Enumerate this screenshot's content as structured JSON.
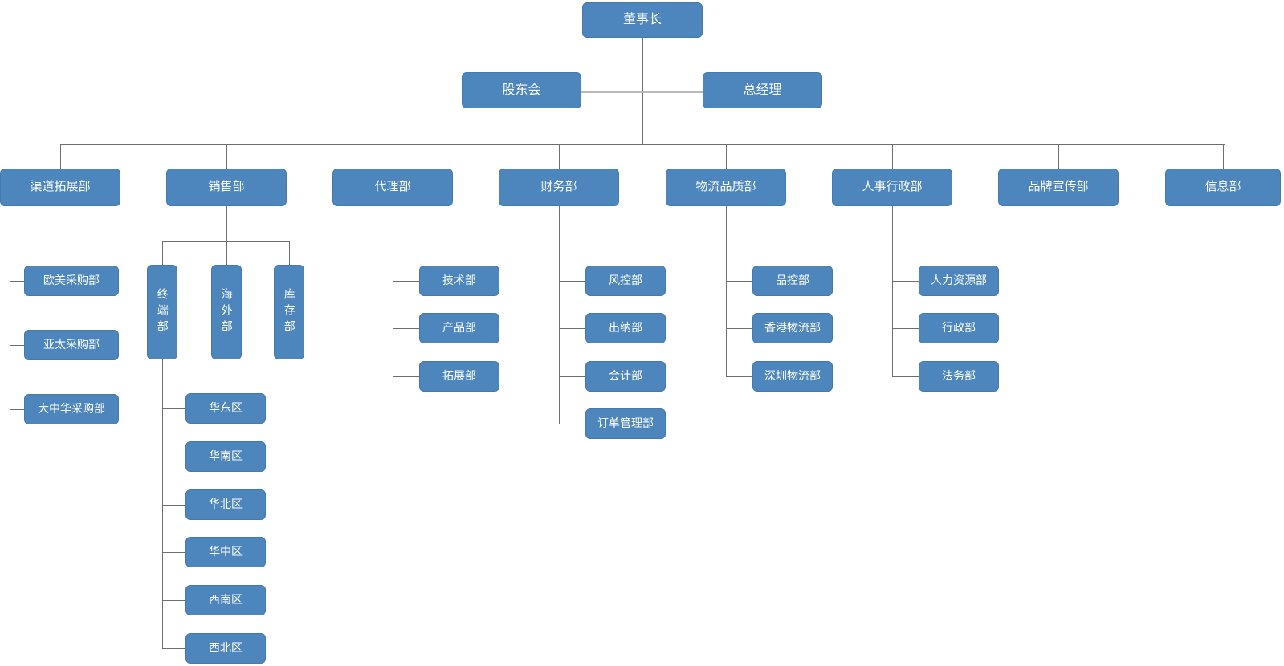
{
  "palette": {
    "node_fill": "#4D86BC",
    "node_border": "#4379AD",
    "node_text": "#FFFFFF",
    "connector_dark": "#6F6F6F",
    "connector_light": "#B9B9B9",
    "background": "#FFFFFF"
  },
  "org": {
    "chairman": "董事长",
    "shareholders": "股东会",
    "general_manager": "总经理",
    "departments": [
      {
        "label": "渠道拓展部",
        "children": [
          "欧美采购部",
          "亚太采购部",
          "大中华采购部"
        ]
      },
      {
        "label": "销售部",
        "children": [
          "终端部",
          "海外部",
          "库存部"
        ],
        "terminal_regions": [
          "华东区",
          "华南区",
          "华北区",
          "华中区",
          "西南区",
          "西北区"
        ]
      },
      {
        "label": "代理部",
        "children": [
          "技术部",
          "产品部",
          "拓展部"
        ]
      },
      {
        "label": "财务部",
        "children": [
          "风控部",
          "出纳部",
          "会计部",
          "订单管理部"
        ]
      },
      {
        "label": "物流品质部",
        "children": [
          "品控部",
          "香港物流部",
          "深圳物流部"
        ]
      },
      {
        "label": "人事行政部",
        "children": [
          "人力资源部",
          "行政部",
          "法务部"
        ]
      },
      {
        "label": "品牌宣传部",
        "children": []
      },
      {
        "label": "信息部",
        "children": []
      }
    ]
  }
}
